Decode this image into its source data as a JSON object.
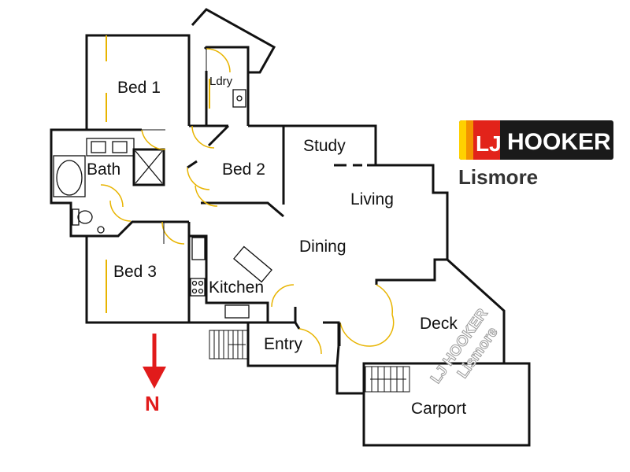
{
  "rooms": {
    "bed1": "Bed 1",
    "ldry": "Ldry",
    "bath": "Bath",
    "bed2": "Bed 2",
    "study": "Study",
    "living": "Living",
    "dining": "Dining",
    "bed3": "Bed 3",
    "kitchen": "Kitchen",
    "entry": "Entry",
    "deck": "Deck",
    "carport": "Carport"
  },
  "compass": {
    "label": "N",
    "color": "#e11b1b"
  },
  "logo": {
    "mark": "LJ",
    "brand": "HOOKER",
    "office": "Lismore",
    "colors": {
      "brand_bg": "#1a1a1a",
      "mark_red": "#e2231a",
      "mark_orange": "#f39200",
      "mark_yellow": "#ffd100",
      "office_text": "#333333"
    }
  },
  "watermark": {
    "line1": "LJ HOOKER",
    "line2": "Lismore"
  }
}
